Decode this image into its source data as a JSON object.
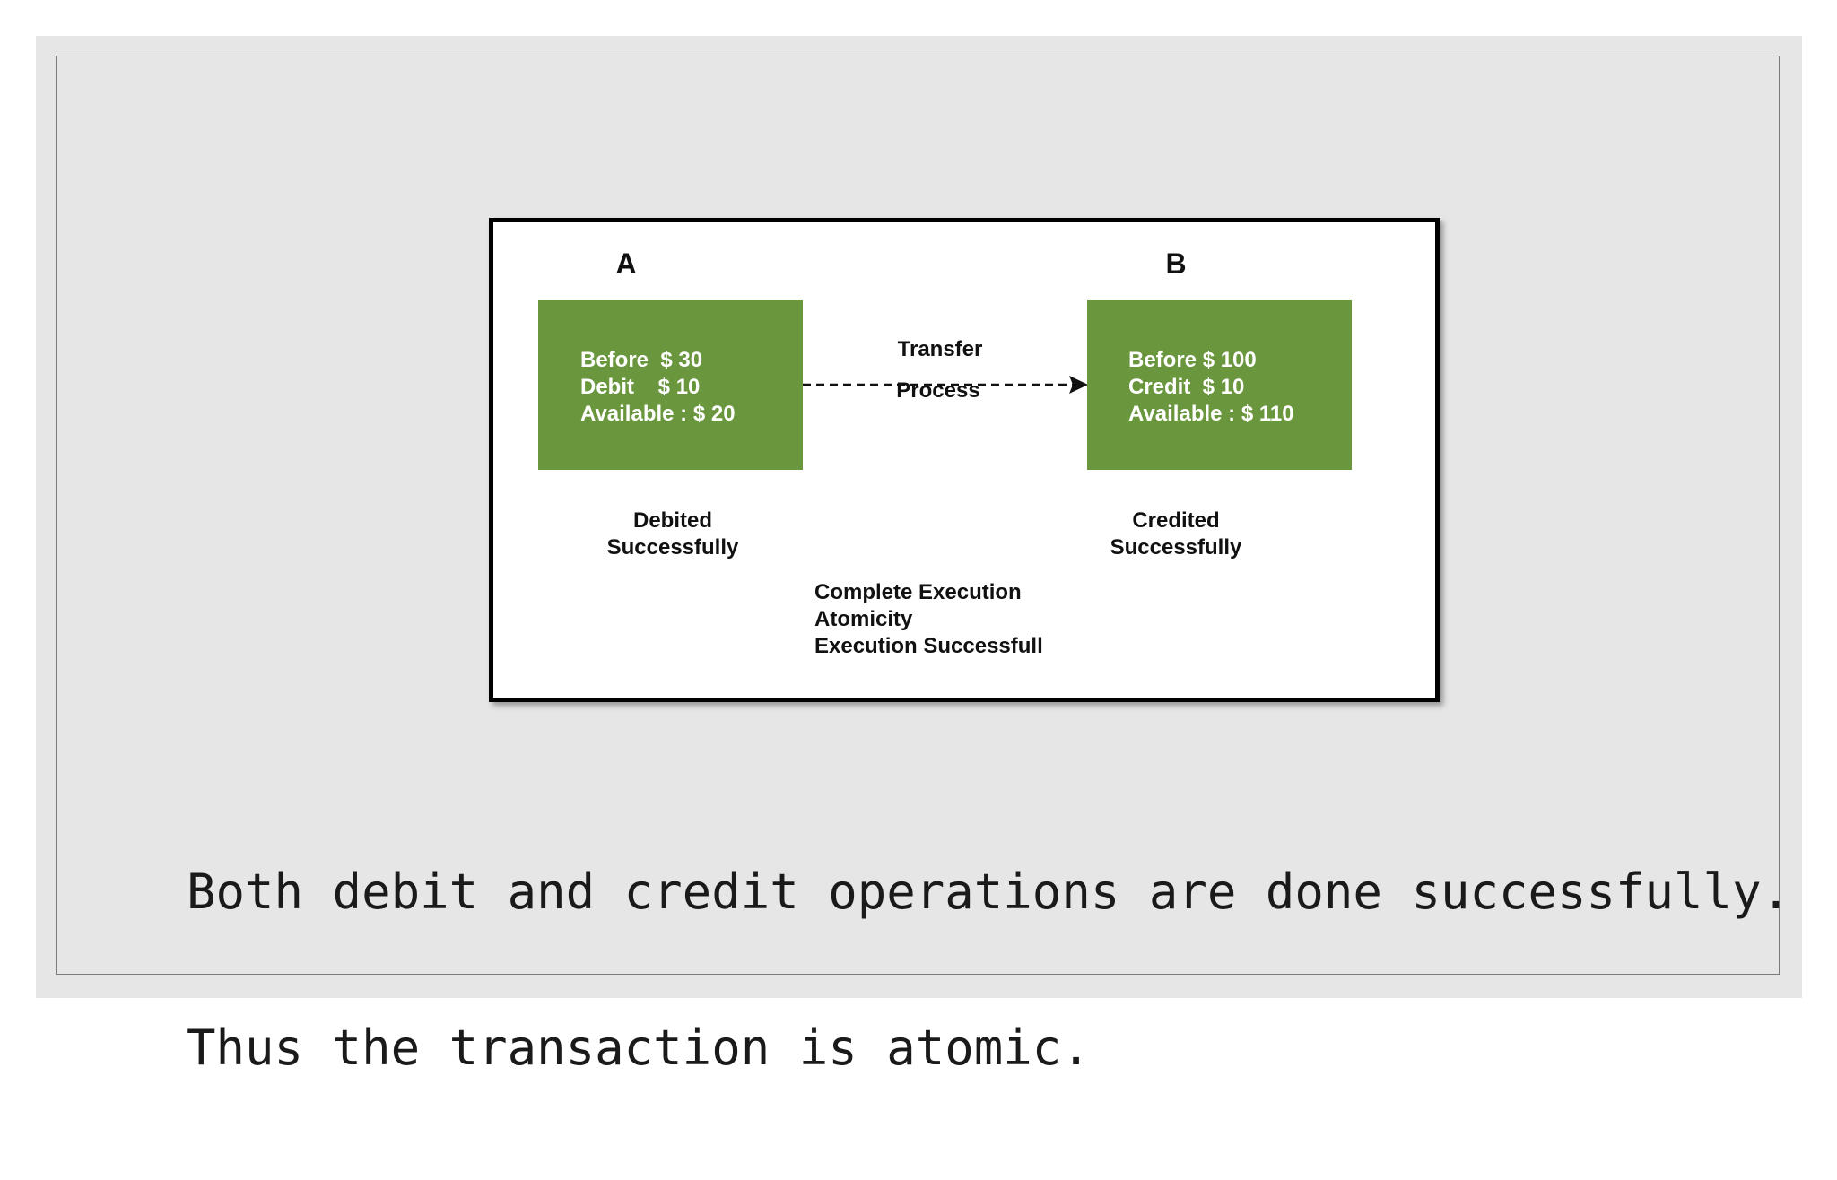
{
  "diagram": {
    "node_a": {
      "title": "A",
      "lines": [
        "Before  $ 30",
        "Debit    $ 10",
        "Available : $ 20"
      ],
      "status": [
        "Debited",
        "Successfully"
      ]
    },
    "node_b": {
      "title": "B",
      "lines": [
        "Before $ 100",
        "Credit  $ 10",
        "Available : $ 110"
      ],
      "status": [
        "Credited",
        "Successfully"
      ]
    },
    "arrow": {
      "label_top": "Transfer",
      "label_bottom": "Process"
    },
    "notes": [
      "Complete Execution",
      "Atomicity",
      "Execution Successfull"
    ],
    "box_color": "#6a963d"
  },
  "caption": {
    "line1": "Both debit and credit operations are done successfully.",
    "line2": "Thus the transaction is atomic."
  }
}
